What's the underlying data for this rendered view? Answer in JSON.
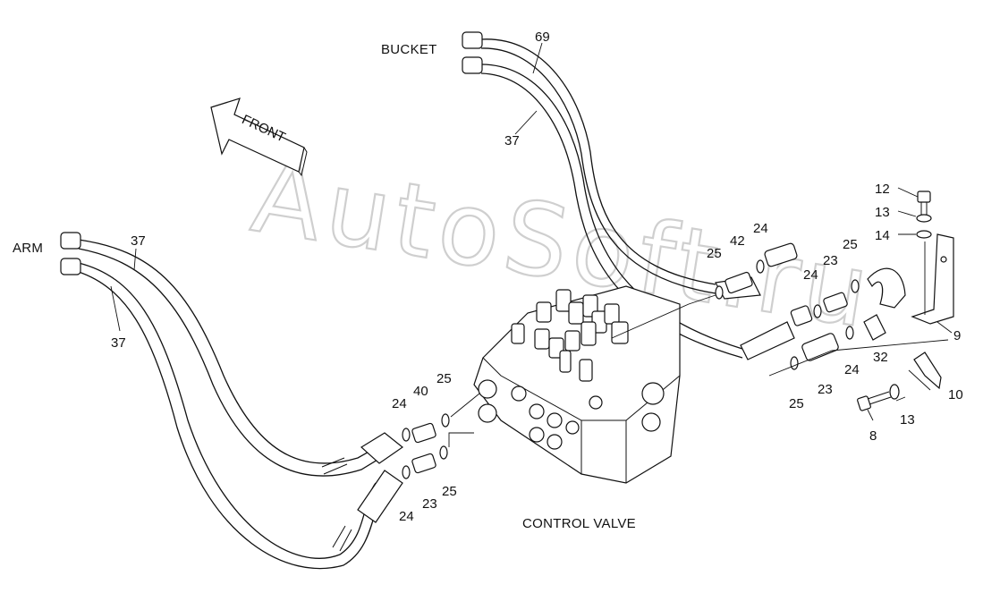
{
  "watermark": "AutoSoft.ru",
  "arrow": {
    "label": "FRONT"
  },
  "captions": {
    "bucket": "BUCKET",
    "arm": "ARM",
    "control_valve": "CONTROL VALVE"
  },
  "callouts": [
    {
      "id": "c69",
      "text": "69"
    },
    {
      "id": "c37a",
      "text": "37"
    },
    {
      "id": "c37b",
      "text": "37"
    },
    {
      "id": "c37c",
      "text": "37"
    },
    {
      "id": "c12",
      "text": "12"
    },
    {
      "id": "c13a",
      "text": "13"
    },
    {
      "id": "c14",
      "text": "14"
    },
    {
      "id": "c25a",
      "text": "25"
    },
    {
      "id": "c42",
      "text": "42"
    },
    {
      "id": "c24a",
      "text": "24"
    },
    {
      "id": "c25b",
      "text": "25"
    },
    {
      "id": "c23a",
      "text": "23"
    },
    {
      "id": "c24b",
      "text": "24"
    },
    {
      "id": "c9",
      "text": "9"
    },
    {
      "id": "c32",
      "text": "32"
    },
    {
      "id": "c24c",
      "text": "24"
    },
    {
      "id": "c23b",
      "text": "23"
    },
    {
      "id": "c25c",
      "text": "25"
    },
    {
      "id": "c10",
      "text": "10"
    },
    {
      "id": "c13b",
      "text": "13"
    },
    {
      "id": "c8",
      "text": "8"
    },
    {
      "id": "c24d",
      "text": "24"
    },
    {
      "id": "c40",
      "text": "40"
    },
    {
      "id": "c25d",
      "text": "25"
    },
    {
      "id": "c24e",
      "text": "24"
    },
    {
      "id": "c23c",
      "text": "23"
    },
    {
      "id": "c25e",
      "text": "25"
    }
  ]
}
